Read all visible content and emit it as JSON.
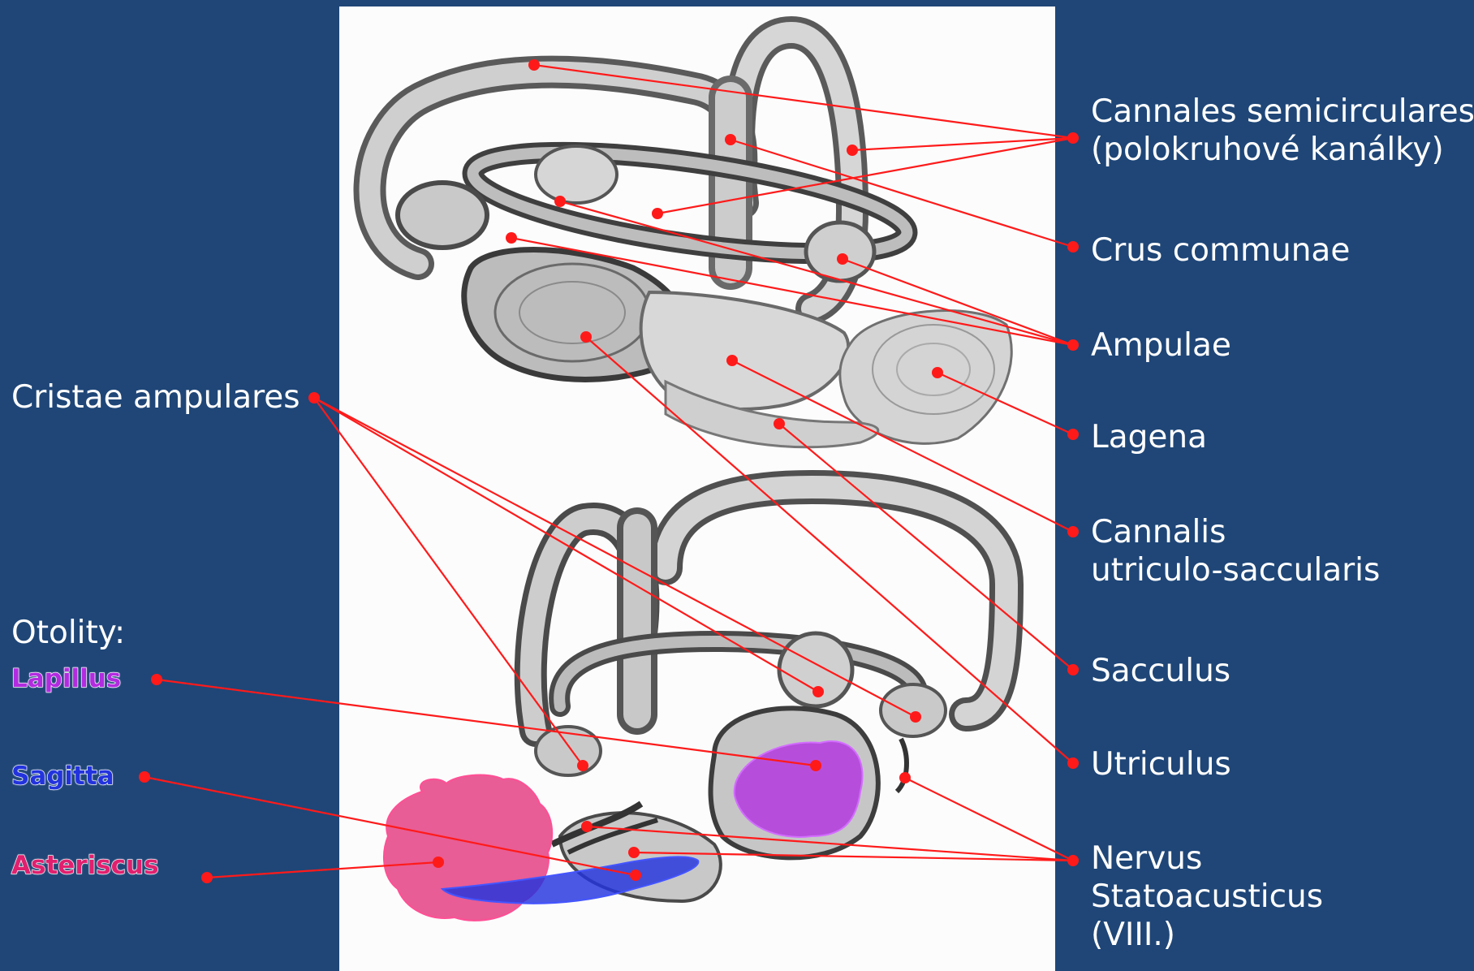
{
  "colors": {
    "background": "#1f4677",
    "leader_line": "#ff1a1a",
    "lapillus": "#b22be0",
    "sagitta": "#2233dd",
    "asteriscus": "#e0206e"
  },
  "labels": {
    "cannales_1": "Cannales semicirculares",
    "cannales_2": "(polokruhové kanálky)",
    "crus": "Crus communae",
    "ampulae": "Ampulae",
    "lagena": "Lagena",
    "cannalis_1": "Cannalis",
    "cannalis_2": "utriculo-saccularis",
    "sacculus": "Sacculus",
    "utriculus": "Utriculus",
    "nervus_1": "Nervus",
    "nervus_2": "Statoacusticus",
    "nervus_3": "(VIII.)",
    "cristae": "Cristae ampulares",
    "otolity": "Otolity:",
    "lapillus": "Lapillus",
    "sagitta": "Sagitta",
    "asteriscus": "Asteriscus"
  }
}
